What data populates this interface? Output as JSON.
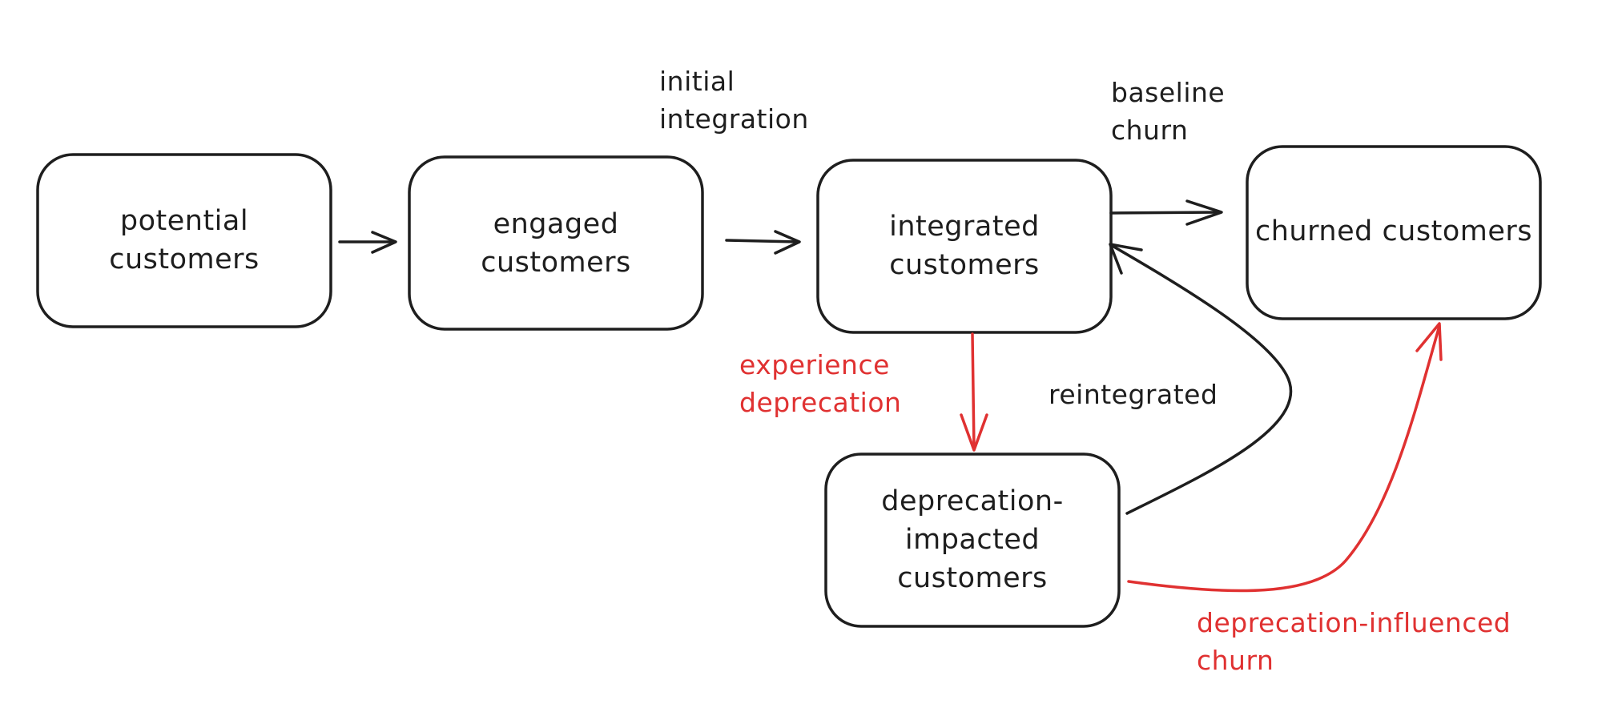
{
  "nodes": {
    "potential": {
      "line1": "potential",
      "line2": "customers"
    },
    "engaged": {
      "line1": "engaged",
      "line2": "customers"
    },
    "integrated": {
      "line1": "integrated",
      "line2": "customers"
    },
    "churned": {
      "line1": "churned customers"
    },
    "impacted": {
      "line1": "deprecation-",
      "line2": "impacted",
      "line3": "customers"
    }
  },
  "edge_labels": {
    "initial_integration": {
      "line1": "initial",
      "line2": "integration"
    },
    "baseline_churn": {
      "line1": "baseline",
      "line2": "churn"
    },
    "experience_deprecation": {
      "line1": "experience",
      "line2": "deprecation"
    },
    "reintegrated": {
      "line1": "reintegrated"
    },
    "deprecation_influenced_churn": {
      "line1": "deprecation-influenced",
      "line2": "churn"
    }
  },
  "colors": {
    "ink": "#1e1e1e",
    "accent_red": "#e03131",
    "background": "#ffffff"
  }
}
